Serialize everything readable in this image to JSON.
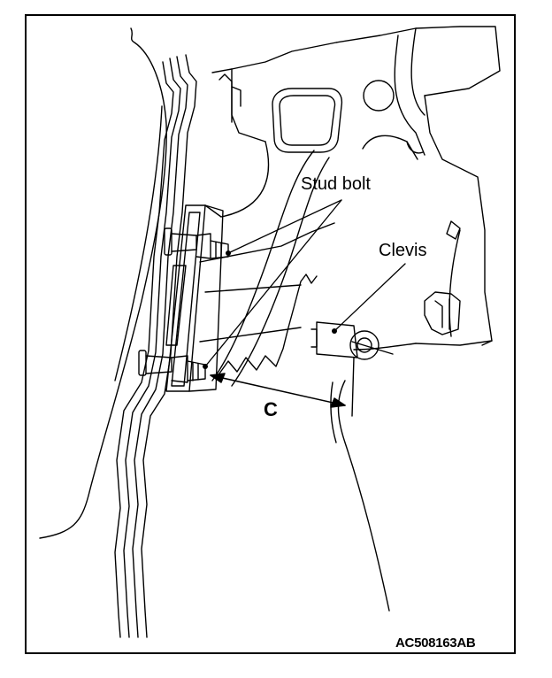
{
  "labels": {
    "stud_bolt": "Stud bolt",
    "clevis": "Clevis",
    "dimension": "C",
    "figure_code": "AC508163AB"
  }
}
